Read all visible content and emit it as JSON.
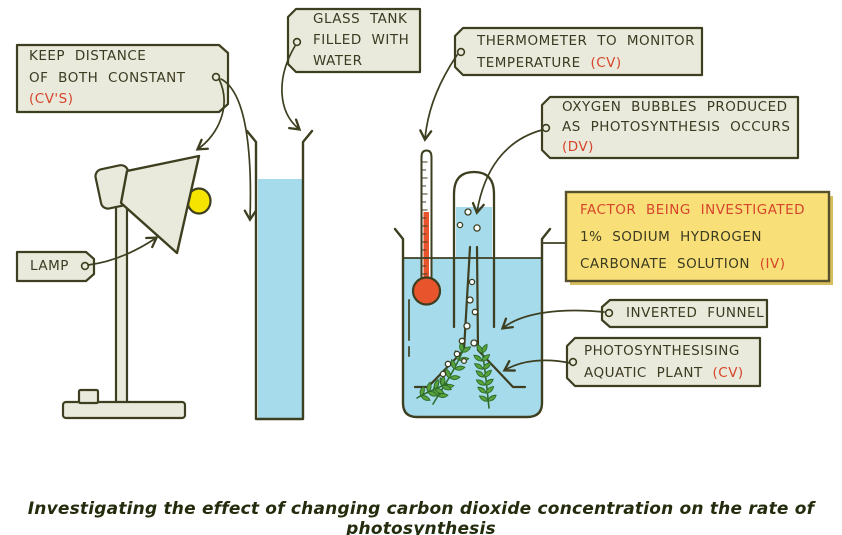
{
  "colors": {
    "paper": "#EAEADC",
    "outline": "#3E3E20",
    "ink": "#3B3B22",
    "red": "#D6452B",
    "yellow_bg": "#F8DF78",
    "yellow_shadow": "#D8BE5C",
    "yellow_border": "#56512A",
    "water": "#A6DBEC",
    "bulb_yellow": "#F5E300",
    "thermo_red": "#E8542C",
    "plant_green": "#57A33B",
    "plant_dark": "#2F6B2A",
    "bubble_fill": "#FAFDFE",
    "caption": "#232D0D"
  },
  "labels": {
    "keep_distance": {
      "line1": "KEEP DISTANCE",
      "line2": "OF BOTH CONSTANT",
      "line3_red": "(CV'S)"
    },
    "glass_tank": {
      "line1": "GLASS TANK",
      "line2": "FILLED WITH",
      "line3": "WATER"
    },
    "thermometer": {
      "line1": "THERMOMETER TO MONITOR",
      "line2_main": "TEMPERATURE",
      "line2_red": "(CV)"
    },
    "oxygen_bubbles": {
      "line1": "OXYGEN BUBBLES PRODUCED",
      "line2": "AS PHOTOSYNTHESIS OCCURS",
      "line3_red": "(DV)"
    },
    "factor": {
      "line1_red": "FACTOR BEING INVESTIGATED",
      "line2": "1% SODIUM HYDROGEN",
      "line3_main": "CARBONATE SOLUTION",
      "line3_red": "(IV)"
    },
    "inverted_funnel": {
      "line1": "INVERTED FUNNEL"
    },
    "aquatic_plant": {
      "line1": "PHOTOSYNTHESISING",
      "line2_main": "AQUATIC PLANT",
      "line2_red": "(CV)"
    },
    "lamp": {
      "line1": "LAMP"
    }
  },
  "equipment": [
    "lamp",
    "glass tank",
    "beaker",
    "thermometer",
    "test tube",
    "inverted funnel",
    "aquatic plant",
    "oxygen bubbles"
  ],
  "caption": "Investigating the effect of changing carbon dioxide concentration on the rate of photosynthesis"
}
